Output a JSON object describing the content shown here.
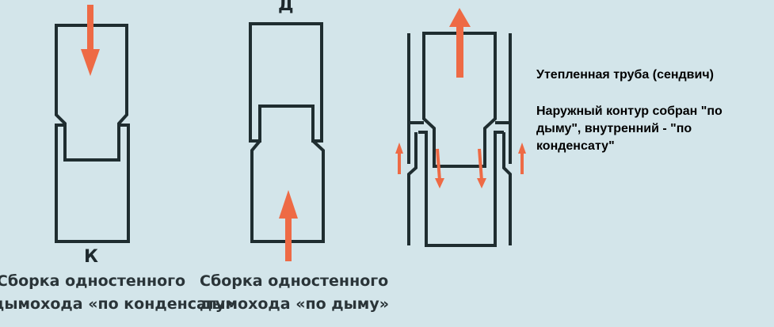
{
  "diagrams": {
    "condensate": {
      "letter": "К",
      "caption_line1": "Сборка одностенного",
      "caption_line2": "дымохода «по конденсату»"
    },
    "smoke": {
      "letter": "Д",
      "caption_line1": "Сборка одностенного",
      "caption_line2": "дымохода «по дыму»"
    },
    "sandwich": {
      "title": "Утепленная труба (сендвич)",
      "description_line1": "Наружный контур собран \"по",
      "description_line2": "дыму\", внутренний - \"по",
      "description_line3": "конденсату\""
    }
  },
  "colors": {
    "background": "#d3e5ea",
    "outline": "#1f2d30",
    "arrow": "#ee6a45"
  }
}
